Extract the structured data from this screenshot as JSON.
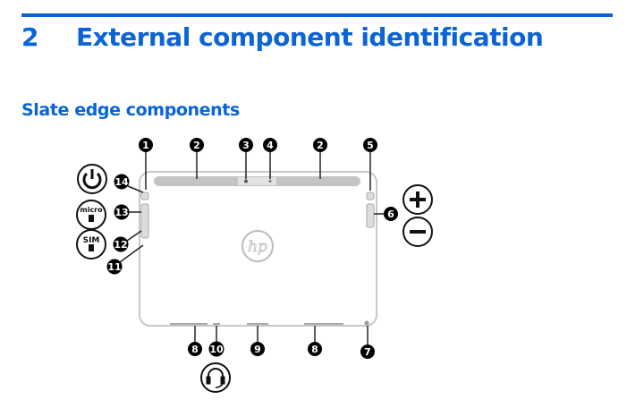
{
  "chapter": {
    "number": "2",
    "title": "External component identification"
  },
  "section": {
    "title": "Slate edge components"
  },
  "diagram": {
    "callouts": [
      "1",
      "2",
      "3",
      "4",
      "2",
      "5",
      "6",
      "7",
      "8",
      "9",
      "8",
      "10",
      "11",
      "12",
      "13",
      "14"
    ],
    "logo_text": "hp",
    "sim_label": "SIM",
    "micro_label": "micro"
  }
}
